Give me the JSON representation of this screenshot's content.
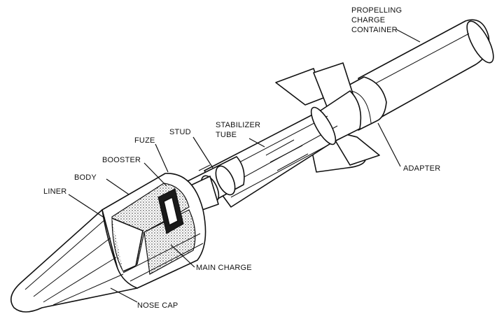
{
  "labels": {
    "propelling_1": "PROPELLING",
    "propelling_2": "CHARGE",
    "propelling_3": "CONTAINER",
    "stabilizer_1": "STABILIZER",
    "stabilizer_2": "TUBE",
    "stud": "STUD",
    "fuze": "FUZE",
    "booster": "BOOSTER",
    "body": "BODY",
    "liner": "LINER",
    "adapter": "ADAPTER",
    "main_charge": "MAIN CHARGE",
    "nose_cap": "NOSE CAP"
  }
}
